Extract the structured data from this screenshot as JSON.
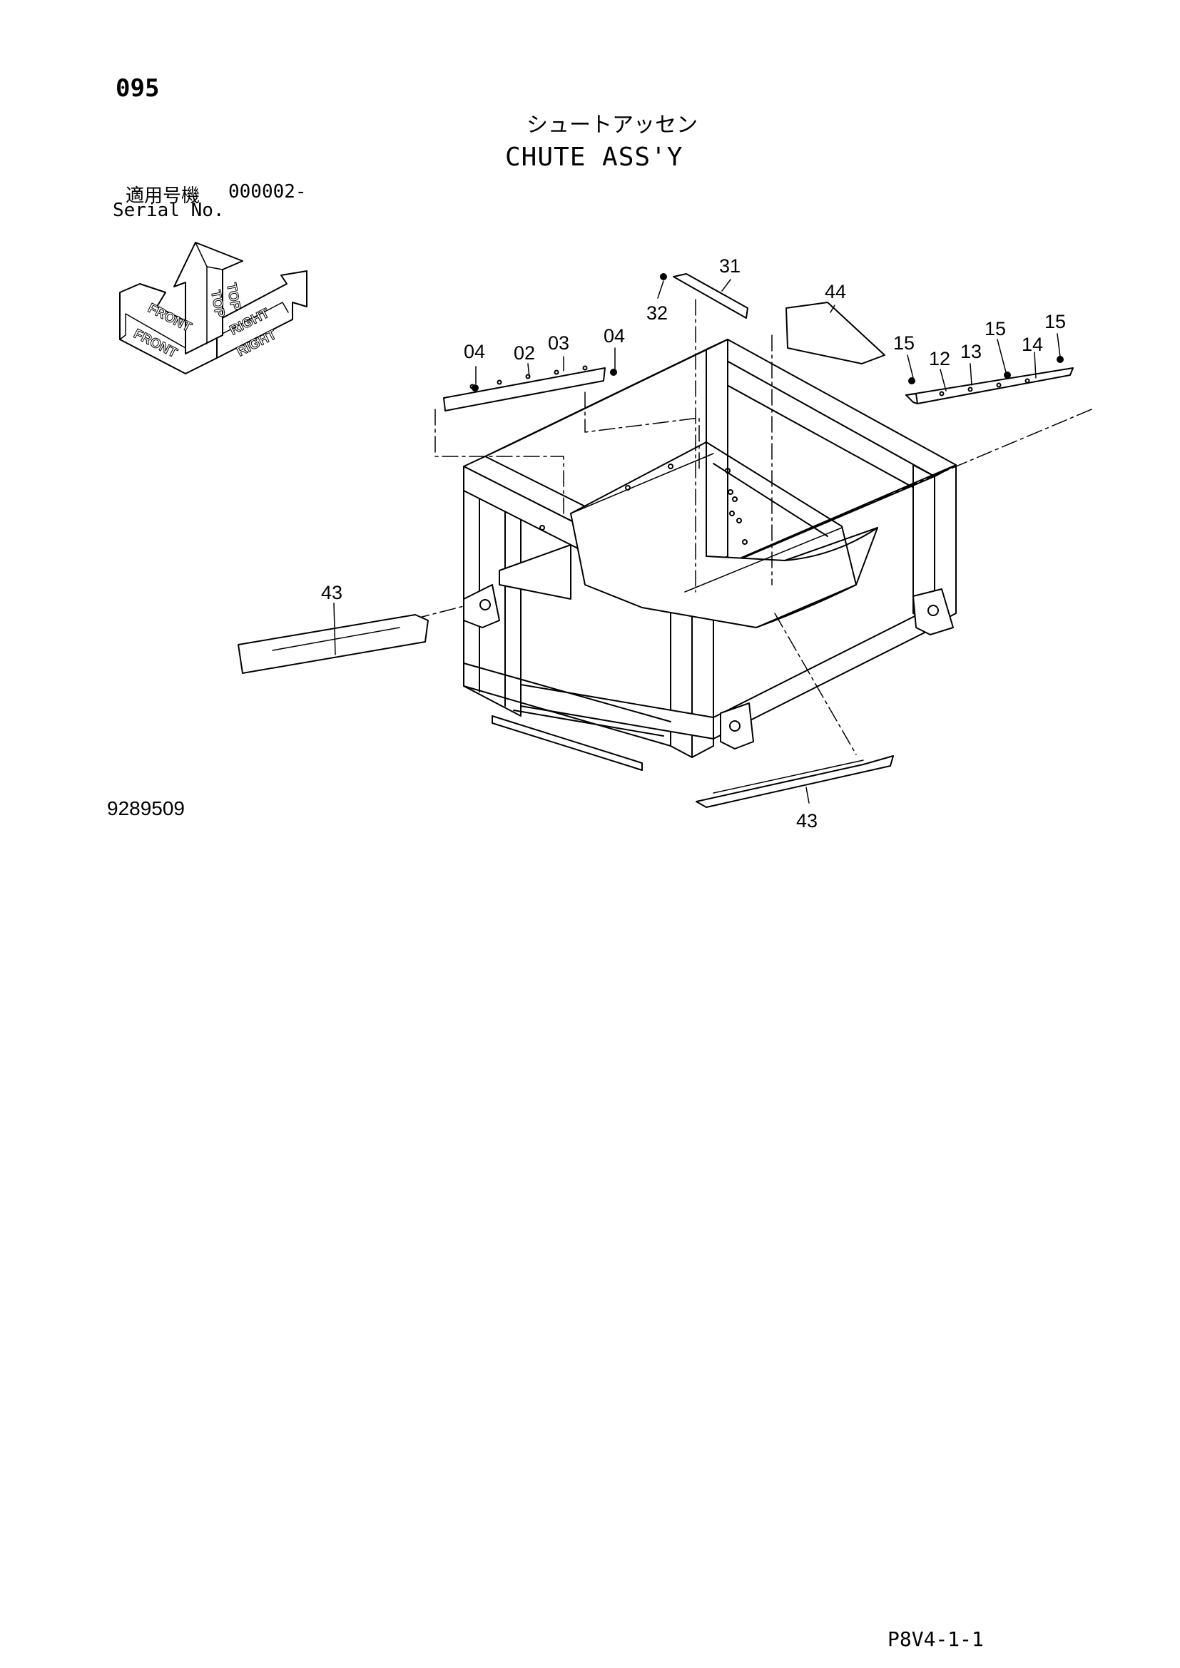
{
  "header": {
    "page_number": "095",
    "title_jp": "シュートアッセン",
    "title_en": "CHUTE ASS'Y",
    "serial_label_jp": "適用号機",
    "serial_range": "000002-",
    "serial_label_en": "Serial No."
  },
  "orientation": {
    "top": "TOP",
    "front": "FRONT",
    "right": "RIGHT"
  },
  "callouts": {
    "c04a": "04",
    "c02": "02",
    "c03": "03",
    "c04b": "04",
    "c31": "31",
    "c32": "32",
    "c44": "44",
    "c15a": "15",
    "c12": "12",
    "c13": "13",
    "c15b": "15",
    "c14": "14",
    "c15c": "15",
    "c43a": "43",
    "c43b": "43"
  },
  "footer": {
    "drawing_number": "9289509",
    "page_ref": "P8V4-1-1"
  }
}
